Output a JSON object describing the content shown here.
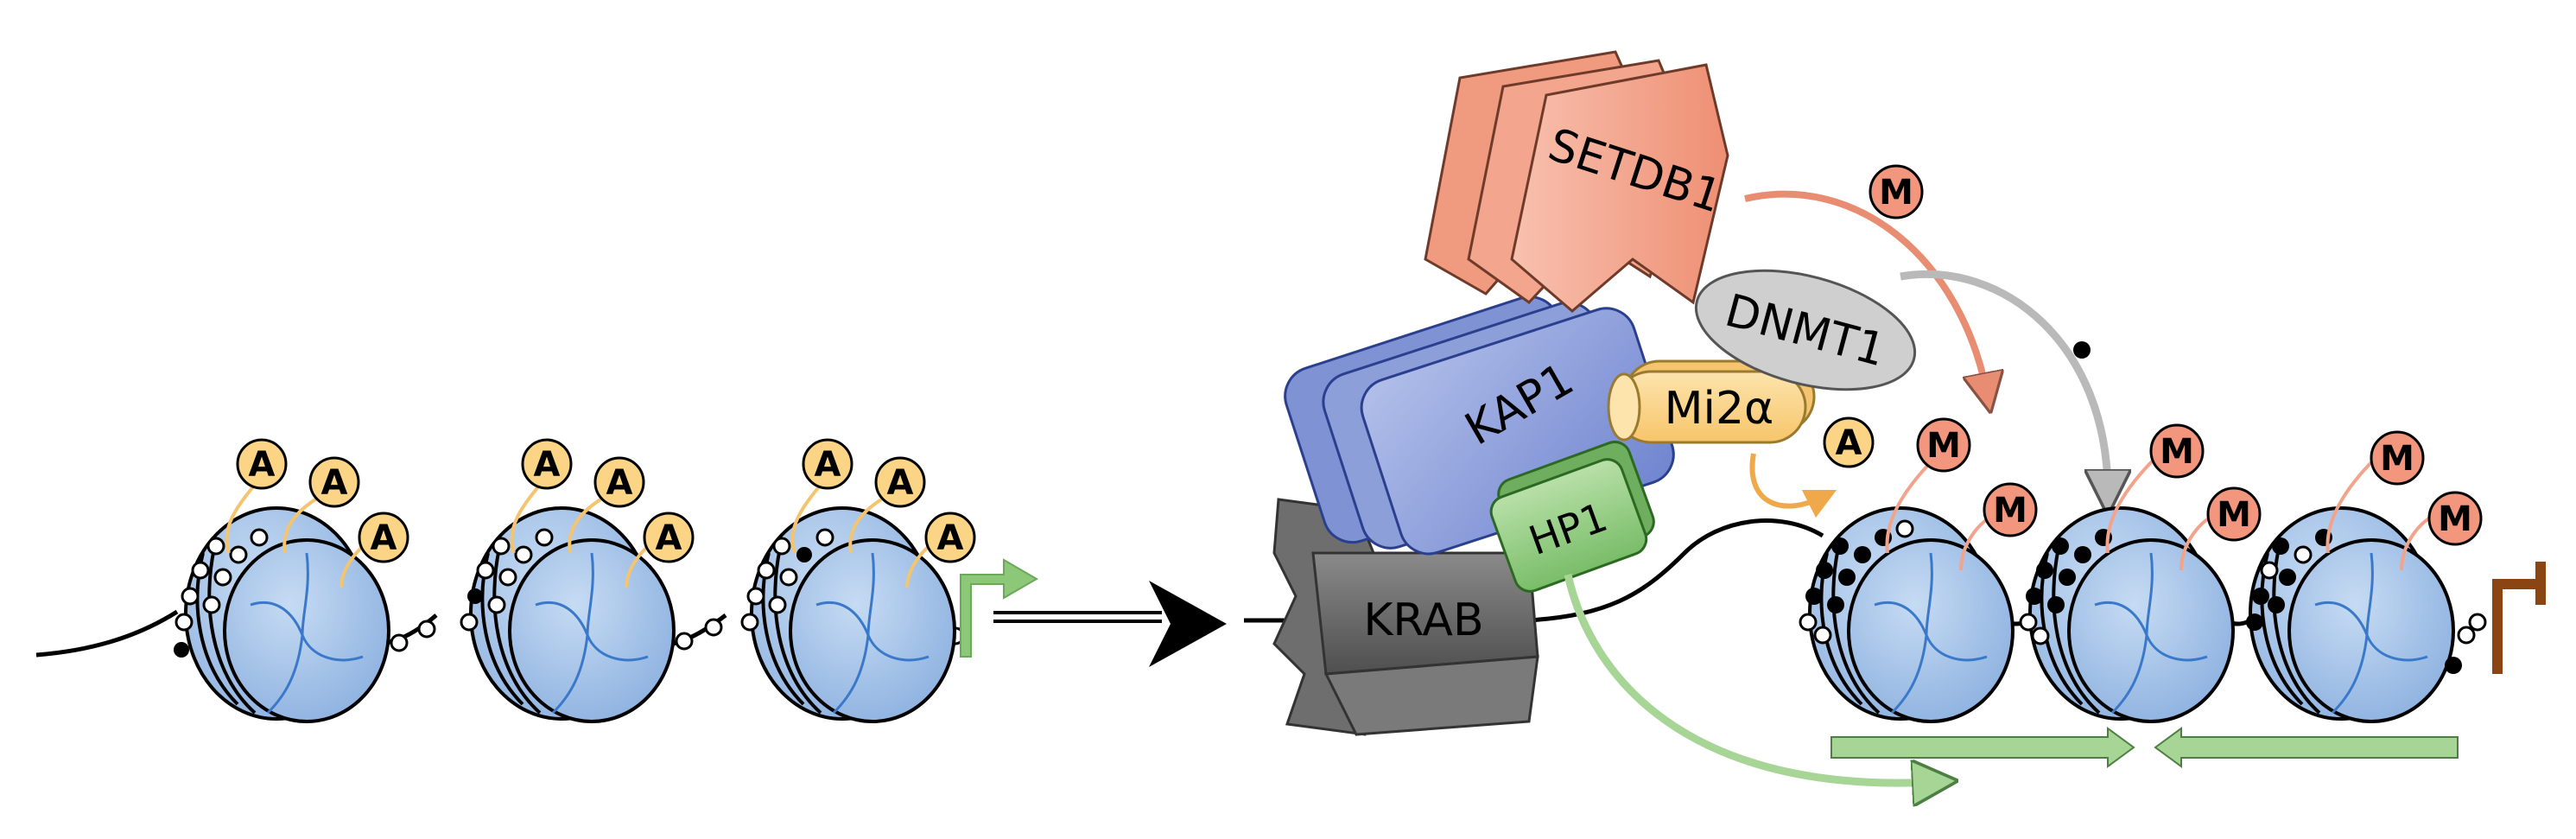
{
  "labels": {
    "setdb1": "SETDB1",
    "kap1": "KAP1",
    "dnmt1": "DNMT1",
    "mi2a": "Mi2α",
    "hp1": "HP1",
    "krab": "KRAB"
  },
  "marks": {
    "acetyl": "A",
    "methyl": "M"
  },
  "colors": {
    "nucleosome_fill": "#a4c2e8",
    "nucleosome_line": "#3a78c9",
    "acetyl_fill": "#fbd486",
    "methyl_fill": "#f2977d",
    "setdb1_fill": "#f4a892",
    "kap1_fill": "#8fa1d8",
    "dnmt1_fill": "#cfcfcf",
    "mi2a_fill": "#fbd68c",
    "hp1_fill": "#8ecb7f",
    "krab_fill": "#6e6e6e",
    "active_promoter": "#8cc878",
    "repressed_promoter": "#8b4513",
    "spreading_arrow": "#a6d596"
  }
}
